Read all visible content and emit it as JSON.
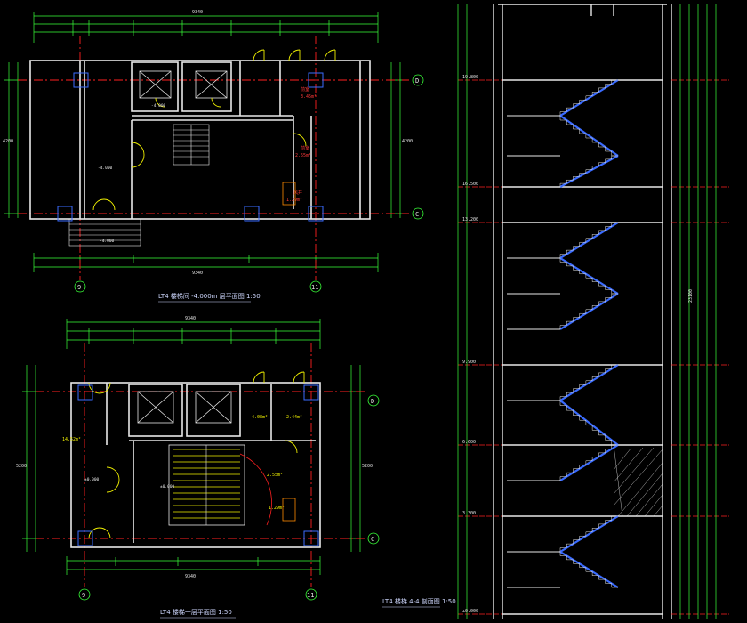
{
  "drawing": {
    "titles": {
      "top_plan": "LT4 楼梯间 -4.000m 层平面图 1:50",
      "bottom_plan": "LT4 楼梯一层平面图 1:50",
      "section": "LT4 楼梯 4-4 剖面图 1:50"
    },
    "axis_labels": {
      "top_left": "9",
      "top_right": "11",
      "bottom_left": "9",
      "bottom_right": "11",
      "top_d": "D",
      "top_c": "C",
      "bottom_d": "D",
      "bottom_c": "C"
    },
    "top_plan": {
      "overall_dim": "9340",
      "bottom_dim": "9340",
      "room_note_1": "前室",
      "room_area_1": "3.45m²",
      "room_note_2": "前室",
      "room_area_2": "2.55m²",
      "room_note_3": "风井",
      "room_area_3": "1.29m²",
      "level_1": "-4.000",
      "level_2": "-4.000",
      "level_3": "-4.000",
      "side_dim_1": "4200",
      "side_dim_2": "4200"
    },
    "bottom_plan": {
      "overall_dim": "9340",
      "bottom_dim": "9340",
      "room_area_1": "4.08m²",
      "room_area_2": "2.44m²",
      "room_area_3": "2.55m²",
      "room_area_4": "14.52m²",
      "room_area_5": "1.29m²",
      "level_1": "±0.000",
      "level_2": "±0.000",
      "side_dim_1": "5200",
      "side_dim_2": "5200"
    },
    "section": {
      "levels": [
        "19.800",
        "16.500",
        "13.200",
        "9.900",
        "6.600",
        "3.300",
        "±0.000"
      ],
      "side_total": "23100"
    }
  },
  "colors": {
    "wall": "#e8e8e8",
    "dim": "#39ff39",
    "axis": "#ff2020",
    "text_yellow": "#f2f200",
    "stair_blue": "#3a6bff",
    "door": "#f0f000",
    "cyan": "#33e6ff",
    "magenta": "#ff40ff"
  }
}
